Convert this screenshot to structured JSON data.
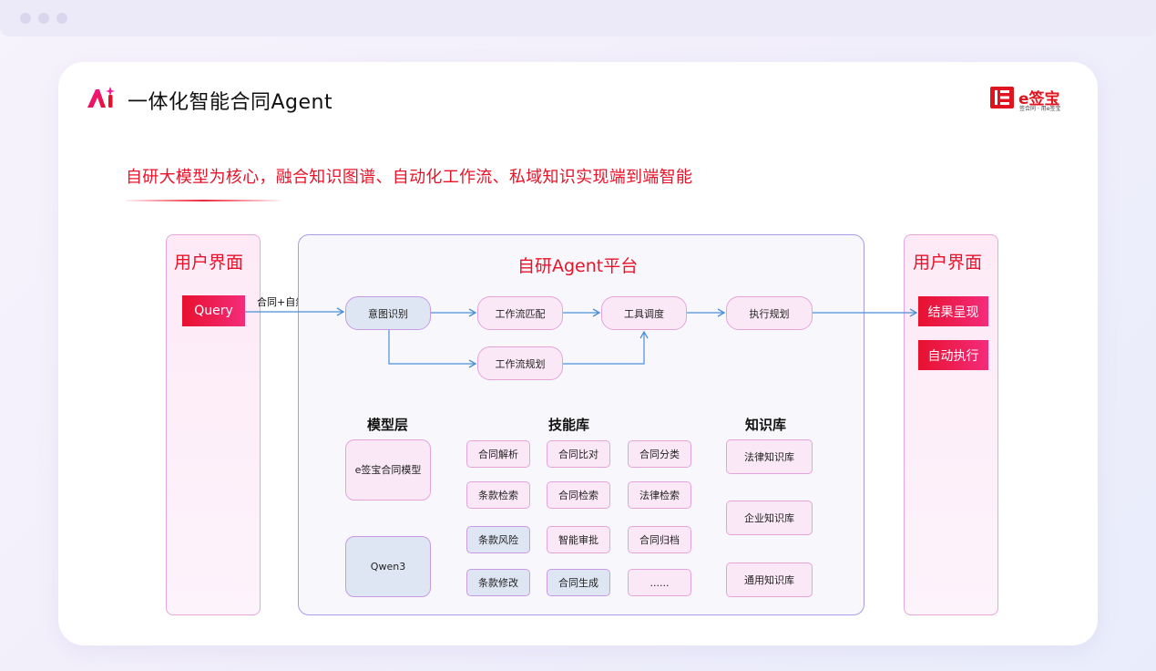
{
  "header": {
    "title": "一体化智能合同Agent",
    "brand_name": "e签宝",
    "brand_tagline": "签合同 · 用e签宝"
  },
  "subtitle": "自研大模型为核心，融合知识图谱、自动化工作流、私域知识实现端到端智能",
  "left_panel": {
    "title": "用户界面",
    "query_button": "Query",
    "input_label": "合同+自然语言"
  },
  "center_panel": {
    "title": "自研Agent平台",
    "flow": {
      "intent": "意图识别",
      "workflow_match": "工作流匹配",
      "tool_dispatch": "工具调度",
      "exec_plan": "执行规划",
      "workflow_plan": "工作流规划"
    },
    "model_layer": {
      "heading": "模型层",
      "models": [
        "e签宝合同模型",
        "Qwen3"
      ]
    },
    "skills": {
      "heading": "技能库",
      "items": [
        "合同解析",
        "合同比对",
        "合同分类",
        "条款检索",
        "合同检索",
        "法律检索",
        "条款风险",
        "智能审批",
        "合同归档",
        "条款修改",
        "合同生成",
        "......"
      ]
    },
    "knowledge": {
      "heading": "知识库",
      "items": [
        "法律知识库",
        "企业知识库",
        "通用知识库"
      ]
    }
  },
  "right_panel": {
    "title": "用户界面",
    "result_button": "结果呈现",
    "auto_button": "自动执行"
  },
  "colors": {
    "accent_red": "#e8132a",
    "arrow_blue": "#4a8fd8",
    "panel_border": "#a69ee8"
  }
}
